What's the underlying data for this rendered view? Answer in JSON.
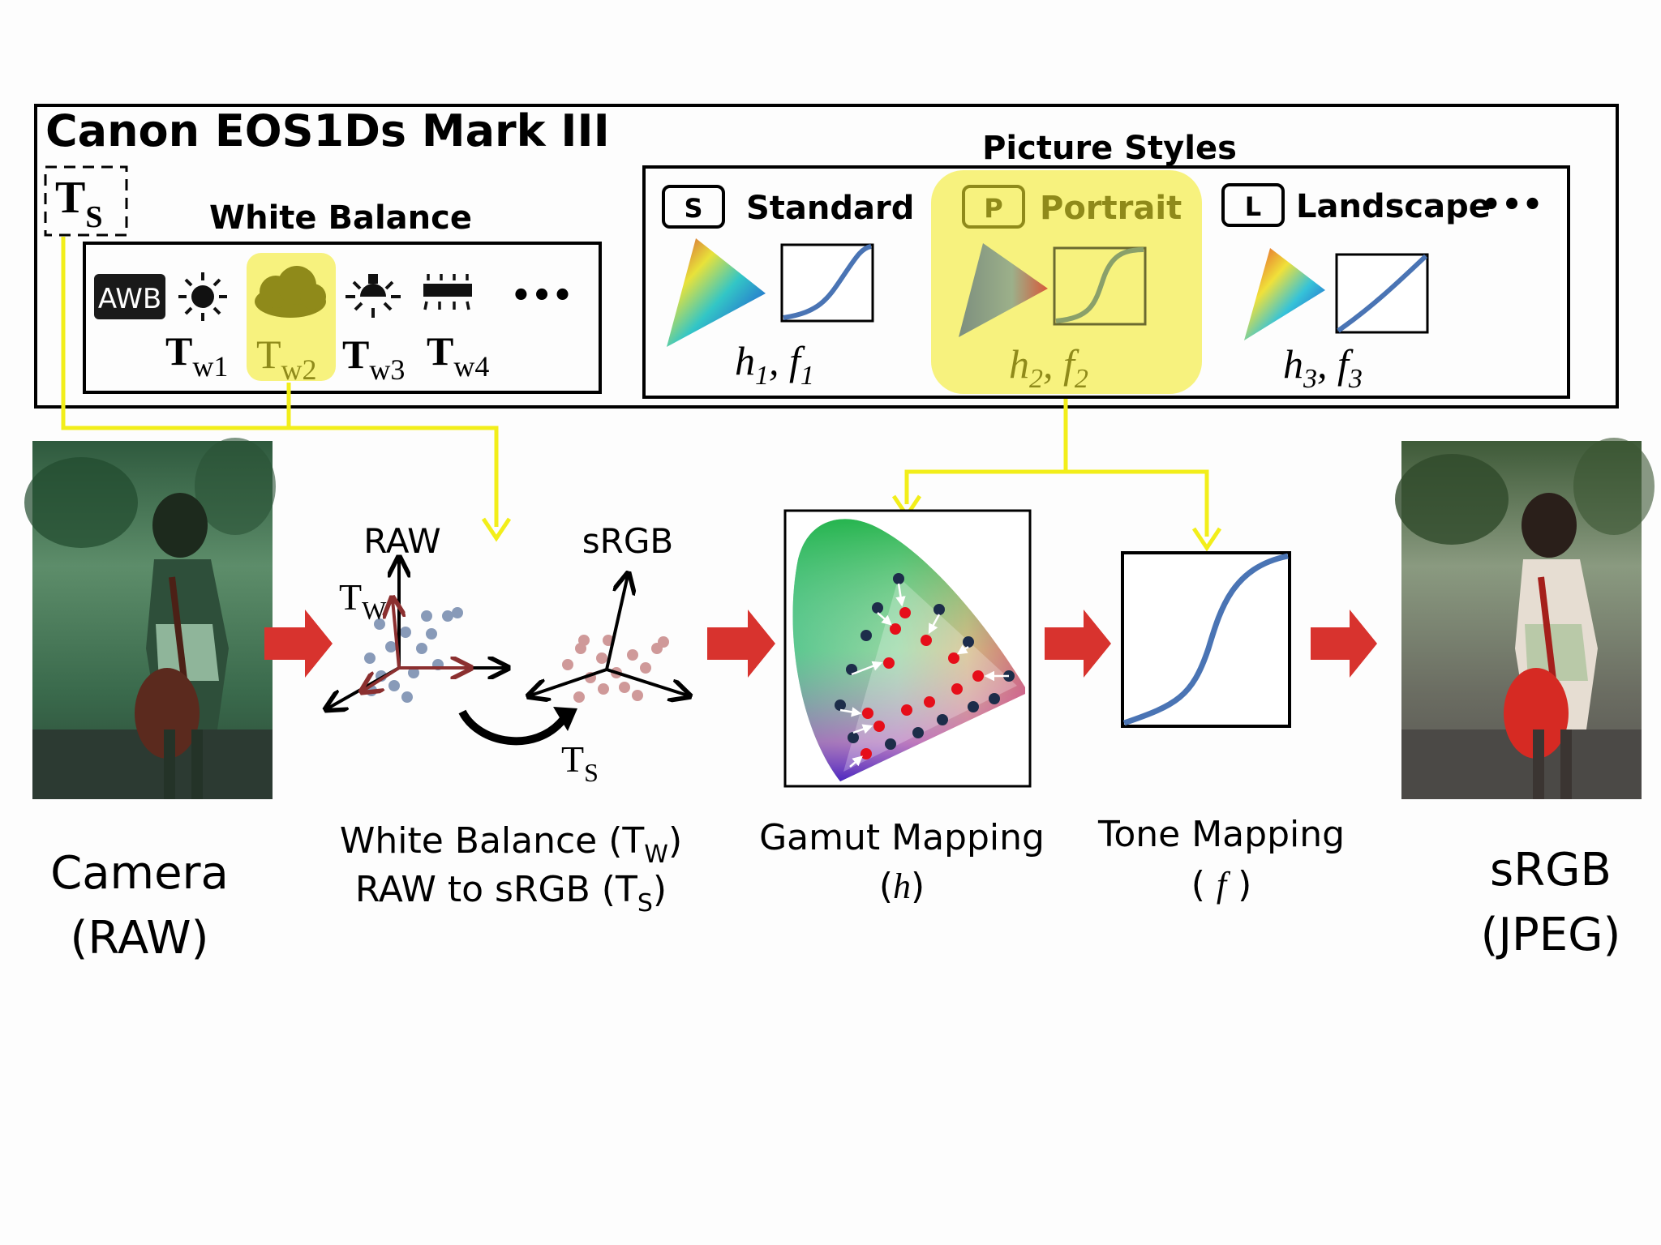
{
  "camera_box": {
    "title": "Canon EOS1Ds Mark III",
    "ts_label": "T",
    "ts_sub": "S"
  },
  "white_balance": {
    "title": "White Balance",
    "awb_label": "AWB",
    "ellipsis": "•••",
    "labels": [
      {
        "main": "T",
        "sub": "w1"
      },
      {
        "main": "T",
        "sub": "w2"
      },
      {
        "main": "T",
        "sub": "w3"
      },
      {
        "main": "T",
        "sub": "w4"
      }
    ]
  },
  "picture_styles": {
    "title": "Picture Styles",
    "ellipsis": "•••",
    "styles": [
      {
        "letter": "S",
        "name": "Standard",
        "h": "h",
        "h_sub": "1",
        "f": "f",
        "f_sub": "1"
      },
      {
        "letter": "P",
        "name": "Portrait",
        "h": "h",
        "h_sub": "2",
        "f": "f",
        "f_sub": "2"
      },
      {
        "letter": "L",
        "name": "Landscape",
        "h": "h",
        "h_sub": "3",
        "f": "f",
        "f_sub": "3"
      }
    ]
  },
  "pipeline": {
    "raw_axis_label": "RAW",
    "srgb_axis_label": "sRGB",
    "tw_label": "T",
    "tw_sub": "W",
    "ts_label": "T",
    "ts_sub": "S",
    "camera_line1": "Camera",
    "camera_line2": "(RAW)",
    "wb_line1_pre": "White Balance (T",
    "wb_line1_sub": "W",
    "wb_line1_post": ")",
    "wb_line2_pre": "RAW to sRGB (T",
    "wb_line2_sub": "S",
    "wb_line2_post": ")",
    "gamut_line1": "Gamut Mapping",
    "gamut_line2_pre": "(",
    "gamut_line2_var": "h",
    "gamut_line2_post": ")",
    "tone_line1": "Tone Mapping",
    "tone_line2_pre": "( ",
    "tone_line2_var": "f",
    "tone_line2_post": " )",
    "srgb_line1": "sRGB",
    "srgb_line2": "(JPEG)"
  },
  "colors": {
    "highlight": "#f7f27e",
    "connector": "#f2ee1a",
    "arrow_red": "#d8332e",
    "curve_blue": "#4a74b4"
  }
}
